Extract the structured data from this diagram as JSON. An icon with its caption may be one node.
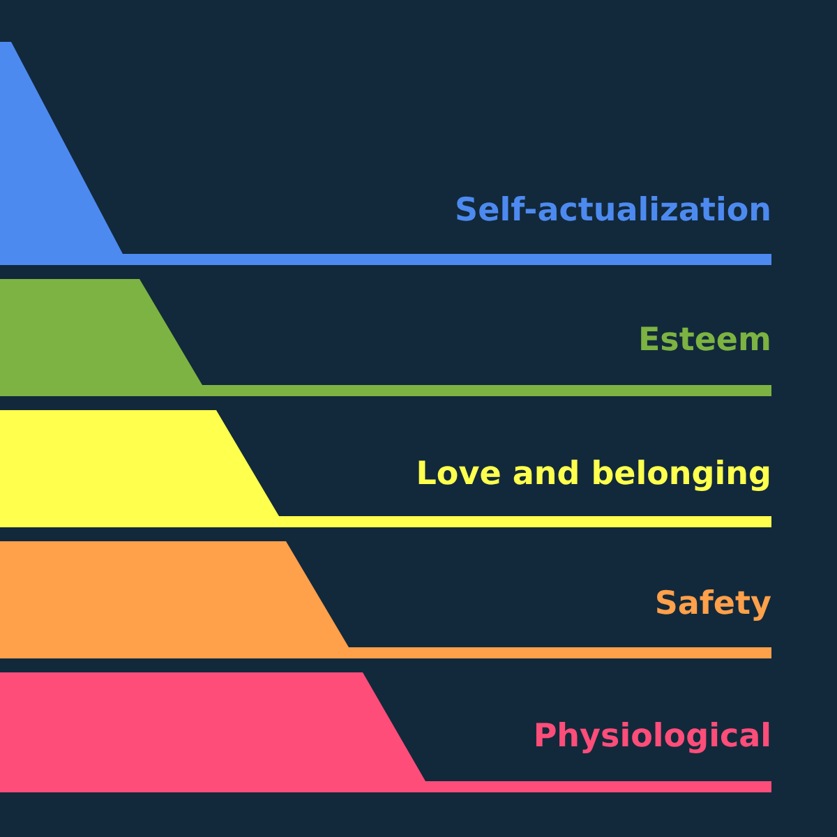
{
  "diagram": {
    "nodes": [
      {
        "text": [
          "Self-actualization"
        ]
      },
      {
        "text": [
          "Esteem"
        ]
      },
      {
        "text": [
          "Love and belonging"
        ]
      },
      {
        "text": [
          "Safety"
        ]
      },
      {
        "text": [
          "Physiological"
        ]
      }
    ]
  }
}
